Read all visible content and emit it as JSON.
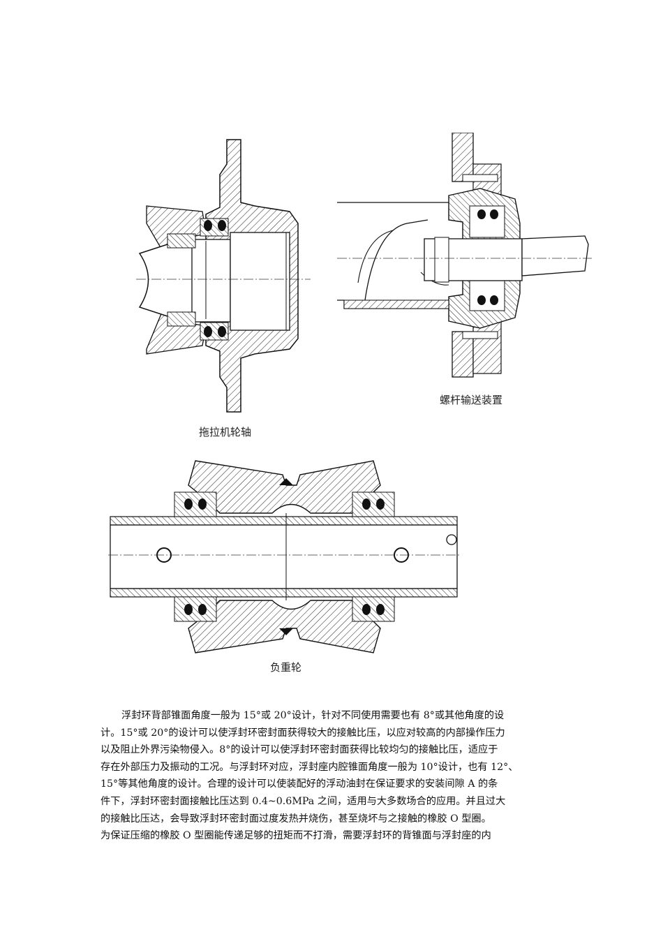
{
  "figures": {
    "tractor_axle": {
      "caption": "拖拉机轮轴",
      "icon": "tractor-axle-section-drawing"
    },
    "screw_conveyor": {
      "caption": "螺杆输送装置",
      "icon": "screw-conveyor-section-drawing"
    },
    "roller": {
      "caption": "负重轮",
      "icon": "track-roller-section-drawing"
    }
  },
  "paragraph": {
    "lines": [
      "浮封环背部锥面角度一般为 15°或 20°设计，针对不同使用需要也有 8°或其他角度的设",
      "计。15°或 20°的设计可以使浮封环密封面获得较大的接触比压，以应对较高的内部操作压力",
      "以及阻止外界污染物侵入。8°的设计可以使浮封环密封面获得比较均匀的接触比压，适应于",
      "存在外部压力及振动的工况。与浮封环对应，浮封座内腔锥面角度一般为 10°设计，也有 12°、",
      "15°等其他角度的设计。合理的设计可以使装配好的浮动油封在保证要求的安装间隙 A 的条",
      "件下，浮封环密封面接触比压达到 0.4~0.6MPa 之间，适用与大多数场合的应用。并且过大",
      "的接触比压达，会导致浮封环密封面过度发热并烧伤，甚至烧坏与之接触的橡胶 O 型圈。",
      "为保证压缩的橡胶 O 型圈能传递足够的扭矩而不打滑，需要浮封环的背锥面与浮封座的内"
    ]
  }
}
